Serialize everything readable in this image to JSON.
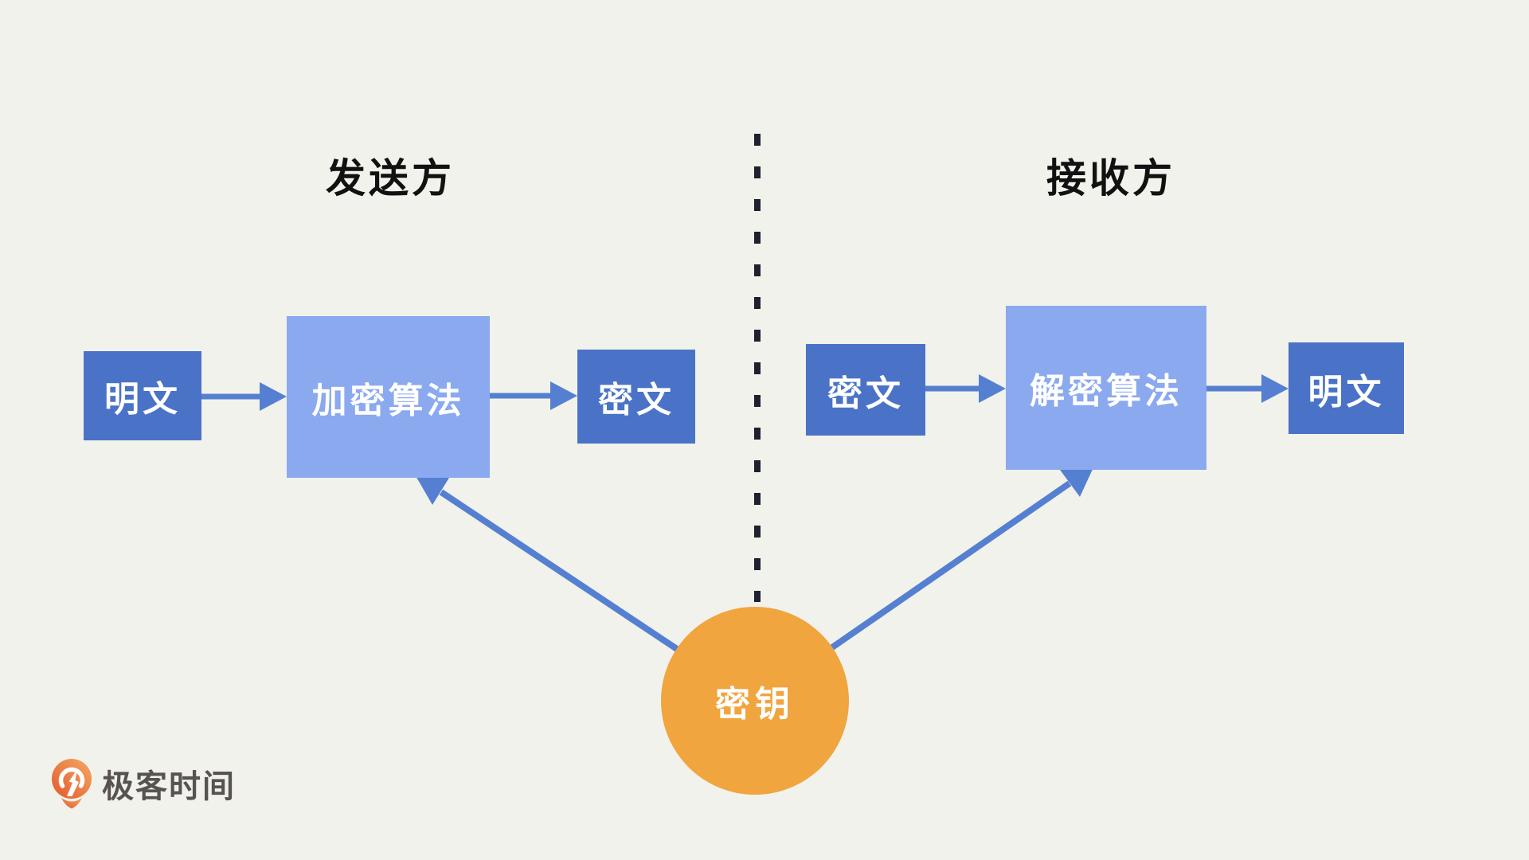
{
  "diagram": {
    "type": "flow-diagram",
    "topic": "symmetric-encryption"
  },
  "colors": {
    "background": "#F2F2EC",
    "dark_blue_box": "#4A73C8",
    "light_blue_box": "#8BA9EF",
    "arrow_blue": "#5580D2",
    "key_orange": "#F0A53E",
    "divider_line": "#1E222E",
    "title_text": "#111111",
    "box_text": "#FFFFFF",
    "logo_text_color": "#575352",
    "logo_orange": "#E8632B"
  },
  "sender": {
    "title": "发送方",
    "plaintext": "明文",
    "algorithm": "加密算法",
    "ciphertext": "密文"
  },
  "receiver": {
    "title": "接收方",
    "ciphertext": "密文",
    "algorithm": "解密算法",
    "plaintext": "明文"
  },
  "key": {
    "label": "密钥"
  },
  "logo": {
    "text": "极客时间"
  }
}
